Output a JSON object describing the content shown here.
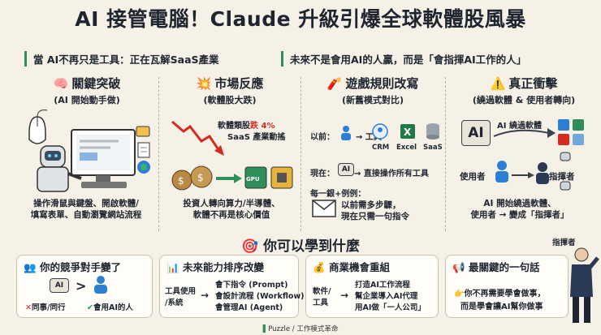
{
  "title": "AI 接管電腦！Claude 升級引爆全球軟體股風暴",
  "subtitle_left": "當 AI不再只是工具：正在瓦解SaaS產業",
  "subtitle_right": "未來不是會用AI的人贏，而是「會指揮AI工作的人」",
  "columns": [
    {
      "icon": "🧠",
      "heading": "關鍵突破",
      "sub": "(AI 開始動手做)",
      "caption_1": "操作滑鼠與鍵盤、開啟軟體/",
      "caption_2": "填寫表單、自動瀏覽網站流程"
    },
    {
      "icon": "💥",
      "heading": "市場反應",
      "sub": "(軟體股大跌)",
      "note_prefix": "軟體類股",
      "note_drop": "跌 4%",
      "note_2": "SaaS 產業動搖",
      "chip": "GPU",
      "caption_1": "投資人轉向算力/半導體、",
      "caption_2": "軟體不再是核心價值"
    },
    {
      "icon": "🧨",
      "heading": "遊戲規則改寫",
      "sub": "(新舊模式對比)",
      "before": "以前：",
      "arrow_tool": "→ 工具",
      "tools": [
        "CRM",
        "Excel",
        "SaaS"
      ],
      "now": "現在：",
      "ai_chip": "AI",
      "now_text": "→ 直接操作所有工具",
      "example": "每一銀+例例：",
      "caption_1": "以前需多步驟，",
      "caption_2": "現在只需一句指令"
    },
    {
      "icon": "⚠️",
      "heading": "真正衝擊",
      "sub": "(繞過軟體 & 使用者轉向)",
      "ai_chip": "AI",
      "bypass": "AI 繞過軟體",
      "user": "使用者",
      "commander": "指揮者",
      "caption_1": "AI 開始繞過軟體、",
      "caption_2": "使用者 → 變成「指揮者」"
    }
  ],
  "learn_heading": "🎯 你可以學到什麼",
  "cards": [
    {
      "title": "你的競爭對手變了",
      "icon": "👥",
      "ai_chip": "AI",
      "wrong": "同事/同行",
      "right": "會用AI的人"
    },
    {
      "title": "未來能力排序改變",
      "icon": "📊",
      "left_1": "工具使用",
      "left_2": "/系統",
      "lines": [
        "會下指令 (Prompt)",
        "會設計流程 (Workflow)",
        "會管理AI (Agent)"
      ]
    },
    {
      "title": "商業機會重組",
      "icon": "💰",
      "left_1": "軟件/",
      "left_2": "工具",
      "lines": [
        "打造AI工作流程",
        "幫企業導入AI代理",
        "用AI做「一人公司」"
      ]
    },
    {
      "title": "最關鍵的一句話",
      "icon": "📢",
      "line_1": "你不再需要學會做事，",
      "line_2": "而是學會讓AI幫你做事"
    }
  ],
  "commander_label": "指揮者",
  "footer": "Puzzle / 工作模式革命",
  "colors": {
    "accent_green": "#2f8f5b",
    "accent_red": "#d62a1f",
    "bg": "#f6f1e6"
  }
}
